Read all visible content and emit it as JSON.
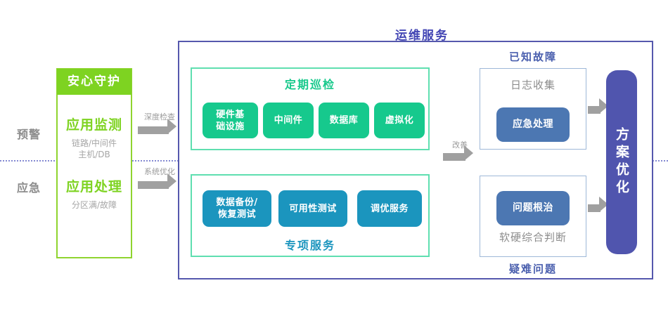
{
  "diagram": {
    "title": "运维服务",
    "accent_colors": {
      "green": "#7ed321",
      "teal": "#16c98d",
      "blue": "#1b95be",
      "steel": "#4c77b2",
      "purple": "#5055ae",
      "gray": "#a0a0a0"
    }
  },
  "left": {
    "stages": [
      {
        "label": "预警"
      },
      {
        "label": "应急"
      }
    ],
    "panel_header": "安心守护",
    "blocks": [
      {
        "title": "应用监测",
        "sub_line1": "链路/中间件",
        "sub_line2": "主机/DB"
      },
      {
        "title": "应用处理",
        "sub_line1": "分区满/故障",
        "sub_line2": ""
      }
    ]
  },
  "arrows": {
    "left_top": "深度检查",
    "left_bottom": "系统优化",
    "center": "改善"
  },
  "center": {
    "top_group": {
      "title": "定期巡检",
      "items": [
        {
          "line1": "硬件基",
          "line2": "础设施"
        },
        {
          "line1": "中间件",
          "line2": ""
        },
        {
          "line1": "数据库",
          "line2": ""
        },
        {
          "line1": "虚拟化",
          "line2": ""
        }
      ]
    },
    "bottom_group": {
      "title": "专项服务",
      "items": [
        {
          "line1": "数据备份/",
          "line2": "恢复测试"
        },
        {
          "line1": "可用性测试",
          "line2": ""
        },
        {
          "line1": "调优服务",
          "line2": ""
        }
      ]
    }
  },
  "right": {
    "top": {
      "group_title": "已知故障",
      "card_label": "日志收集",
      "pill": "应急处理"
    },
    "bottom": {
      "group_title": "疑难问题",
      "card_label": "软硬综合判断",
      "pill": "问题根治"
    },
    "outcome": "方案优化"
  }
}
